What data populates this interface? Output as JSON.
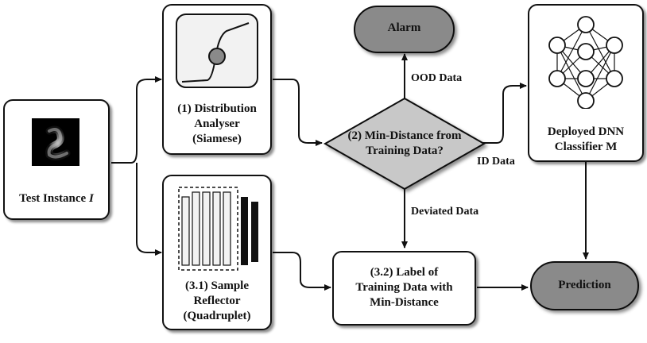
{
  "nodes": {
    "test_instance": {
      "label": "Test Instance ",
      "label_italic": "I"
    },
    "distribution_analyser": {
      "line1": "(1) Distribution",
      "line2": "Analyser",
      "line3": "(Siamese)"
    },
    "sample_reflector": {
      "line1": "(3.1) Sample",
      "line2": "Reflector",
      "line3": "(Quadruplet)"
    },
    "decision": {
      "line1": "(2) Min-Distance from",
      "line2": "Training Data?"
    },
    "alarm": {
      "label": "Alarm"
    },
    "classifier": {
      "line1": "Deployed DNN",
      "line2": "Classifier M"
    },
    "label_min_distance": {
      "line1": "(3.2) Label of",
      "line2": "Training Data with",
      "line3": "Min-Distance"
    },
    "prediction": {
      "label": "Prediction"
    }
  },
  "edges": {
    "ood": "OOD Data",
    "id": "ID Data",
    "deviated": "Deviated Data"
  },
  "colors": {
    "terminal_fill": "#8a8a8a",
    "decision_fill": "#c8c8c8",
    "stroke": "#111111",
    "panel_fill": "#f2f2f2"
  }
}
